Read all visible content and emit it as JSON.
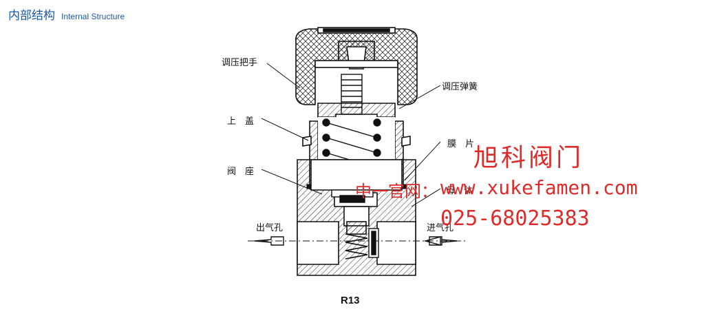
{
  "header": {
    "title_zh": "内部结构",
    "title_en": "Internal Structure"
  },
  "labels": {
    "handle": "调压把手",
    "spring": "调压弹簧",
    "bonnet": "上　盖",
    "diaphragm": "膜　片",
    "seat": "阀　座",
    "body": "母　体",
    "outlet": "出气孔",
    "inlet": "进气孔"
  },
  "watermark": {
    "brand": "旭科阀门",
    "url": "www.xukefamen.com",
    "url_prefix": "中一官网：",
    "phone": "025-68025383"
  },
  "caption": "R13",
  "colors": {
    "header": "#1b57a6",
    "watermark": "#e02a2a",
    "line": "#111111"
  }
}
